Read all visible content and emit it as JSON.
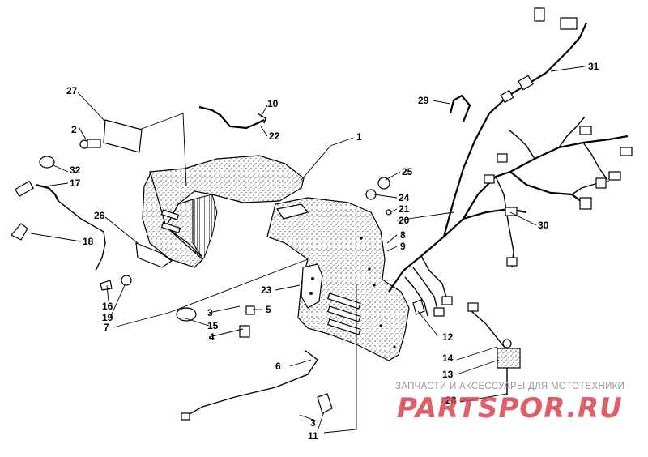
{
  "callouts": {
    "c1": "1",
    "c2": "2",
    "c3a": "3",
    "c3b": "3",
    "c4": "4",
    "c5": "5",
    "c6": "6",
    "c7": "7",
    "c8": "8",
    "c9": "9",
    "c10": "10",
    "c11": "11",
    "c12": "12",
    "c13": "13",
    "c14": "14",
    "c15": "15",
    "c16": "16",
    "c17": "17",
    "c18": "18",
    "c19": "19",
    "c20": "20",
    "c21": "21",
    "c22": "22",
    "c23": "23",
    "c24": "24",
    "c25": "25",
    "c26": "26",
    "c27": "27",
    "c28": "28",
    "c29": "29",
    "c30": "30",
    "c31": "31",
    "c32": "32"
  },
  "watermark": {
    "line1": "ЗАПЧАСТИ И АКСЕССУАРЫ ДЛЯ МОТОТЕХНИКИ",
    "line2": "PARTSPOR.RU"
  }
}
